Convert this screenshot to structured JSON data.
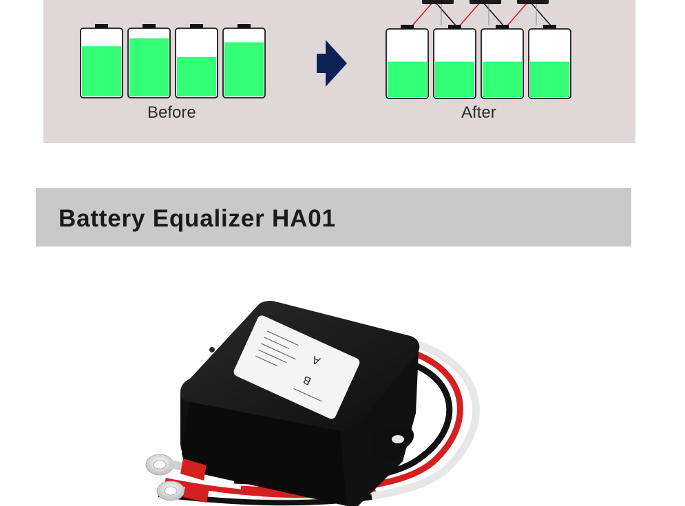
{
  "diagram": {
    "before_label": "Before",
    "after_label": "After",
    "before_cells": [
      {
        "level": 0.75
      },
      {
        "level": 0.87
      },
      {
        "level": 0.59
      },
      {
        "level": 0.81
      }
    ],
    "after_cells": [
      {
        "level": 0.53
      },
      {
        "level": 0.53
      },
      {
        "level": 0.53
      },
      {
        "level": 0.53
      }
    ],
    "colors": {
      "panel": "#e0d7d9",
      "charge": "#33ff77",
      "arrow": "#0c2255",
      "wire_positive": "#e01818",
      "wire_negative": "#111111"
    }
  },
  "header": {
    "title": "Battery Equalizer HA01"
  },
  "product": {
    "label_letters": [
      "A",
      "B"
    ],
    "colors": {
      "housing": "#141414",
      "sticker": "#f4f4f4",
      "red_wire": "#d42020",
      "black_wire": "#111111",
      "white_wire": "#f0f0f0"
    }
  }
}
